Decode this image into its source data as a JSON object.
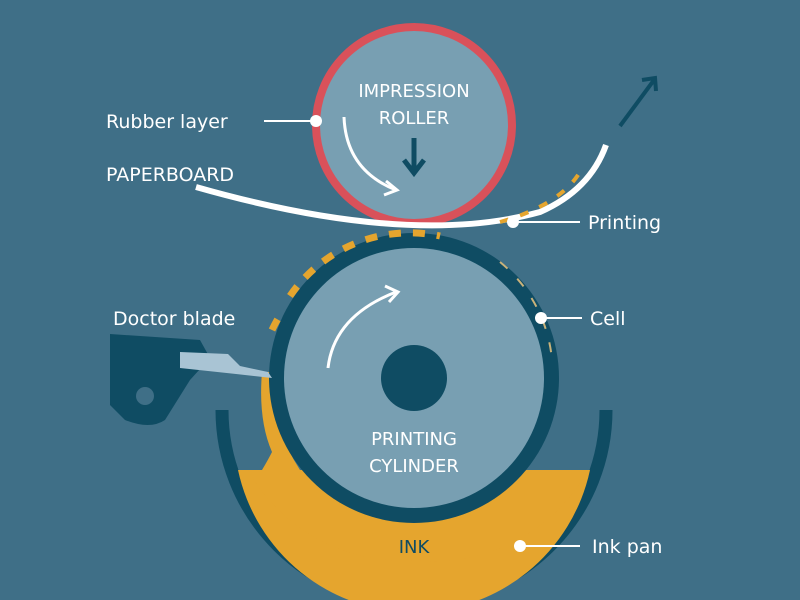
{
  "title": "Gravure printing process",
  "labels": {
    "rubber_layer": "Rubber layer",
    "paperboard": "PAPERBOARD",
    "printing": "Printing",
    "doctor_blade": "Doctor blade",
    "cell": "Cell",
    "ink_pan": "Ink pan"
  },
  "components": {
    "impression_roller": [
      "IMPRESSION",
      "ROLLER"
    ],
    "printing_cylinder": [
      "PRINTING",
      "CYLINDER"
    ],
    "ink": "INK"
  },
  "colors": {
    "background": "#3f6f87",
    "roller_fill": "#789fb2",
    "rubber_ring": "#d9515a",
    "dark": "#0f4c63",
    "ink": "#e5a52e",
    "paper": "#ffffff",
    "blade": "#a9c4d4"
  }
}
